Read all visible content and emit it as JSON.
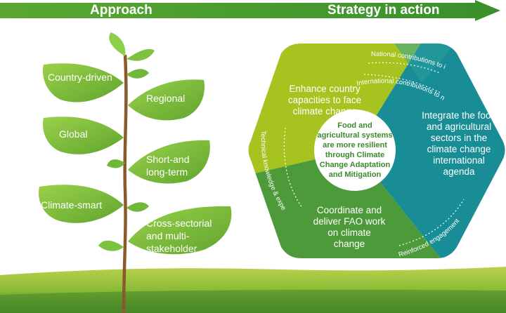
{
  "header": {
    "approach": "Approach",
    "strategy": "Strategy in action"
  },
  "approach_items": [
    "Country-driven",
    "Regional",
    "Global",
    "Short-and long-term",
    "Climate-smart",
    "Cross-sectorial and multi-stakeholder"
  ],
  "strategy": {
    "center": "Food and agricultural systems are more resilient through Climate Change Adaptation and Mitigation",
    "segments": {
      "enhance": "Enhance country capacities to face climate change",
      "integrate": "Integrate the food and agricultural sectors in the climate change international agenda",
      "coordinate": "Coordinate and deliver FAO work on climate change"
    },
    "flows": {
      "national_to_international": "National contributions to international goals",
      "international_to_national": "International contributions to national action",
      "technical": "Technical knowledge & expertise",
      "reinforced": "Reinforced engagement"
    }
  },
  "colors": {
    "header_green": "#3f9a2e",
    "leaf_green": "#7fbf3b",
    "hex_yellow_green": "#a9c61e",
    "hex_teal": "#1b8f95",
    "hex_dark_green": "#4e9c3c",
    "ground_light": "#a7c83a",
    "ground_dark": "#4e8e2a"
  }
}
